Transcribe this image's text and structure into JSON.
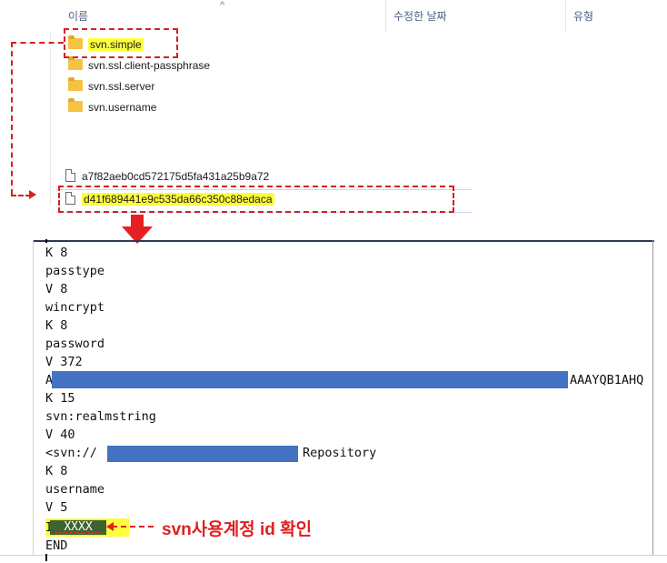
{
  "explorer": {
    "columns": {
      "name": "이름",
      "date": "수정한 날짜",
      "type": "유형"
    },
    "folders": [
      "svn.simple",
      "svn.ssl.client-passphrase",
      "svn.ssl.server",
      "svn.username"
    ],
    "files": [
      "a7f82aeb0cd572175d5fa431a25b9a72",
      "d41f689441e9c535da66c350c88edaca"
    ]
  },
  "editor": {
    "lines": [
      "K 8",
      "passtype",
      "V 8",
      "wincrypt",
      "K 8",
      "password",
      "V 372",
      "A",
      "K 15",
      "svn:realmstring",
      "V 40",
      "<svn://",
      "K 8",
      "username",
      "V 5",
      "",
      "END"
    ],
    "password_tail": "AAAYQB1AHQ",
    "realm_suffix": "Repository",
    "username_value": "XXXX",
    "username_prefix": "I"
  },
  "annotation": {
    "text": "svn사용계정 id 확인"
  },
  "colors": {
    "highlight": "#ffff3c",
    "annotation": "#e02020",
    "redaction": "#4472c4"
  }
}
